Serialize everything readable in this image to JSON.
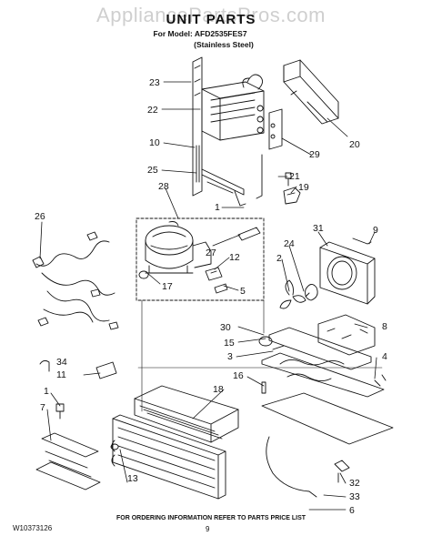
{
  "watermark": "AppliancePartsPros.com",
  "header": {
    "title": "UNIT PARTS",
    "model": "For Model: AFD2535FES7",
    "finish": "(Stainless Steel)"
  },
  "callouts": [
    {
      "id": "c23",
      "label": "23"
    },
    {
      "id": "c22",
      "label": "22"
    },
    {
      "id": "c10",
      "label": "10"
    },
    {
      "id": "c25",
      "label": "25"
    },
    {
      "id": "c28",
      "label": "28"
    },
    {
      "id": "c1a",
      "label": "1"
    },
    {
      "id": "c26",
      "label": "26"
    },
    {
      "id": "c27",
      "label": "27"
    },
    {
      "id": "c12",
      "label": "12"
    },
    {
      "id": "c17",
      "label": "17"
    },
    {
      "id": "c5",
      "label": "5"
    },
    {
      "id": "c20",
      "label": "20"
    },
    {
      "id": "c29",
      "label": "29"
    },
    {
      "id": "c21",
      "label": "21"
    },
    {
      "id": "c19",
      "label": "19"
    },
    {
      "id": "c9",
      "label": "9"
    },
    {
      "id": "c31",
      "label": "31"
    },
    {
      "id": "c24",
      "label": "24"
    },
    {
      "id": "c2",
      "label": "2"
    },
    {
      "id": "c30",
      "label": "30"
    },
    {
      "id": "c15",
      "label": "15"
    },
    {
      "id": "c3",
      "label": "3"
    },
    {
      "id": "c8",
      "label": "8"
    },
    {
      "id": "c4",
      "label": "4"
    },
    {
      "id": "c34",
      "label": "34"
    },
    {
      "id": "c11",
      "label": "11"
    },
    {
      "id": "c16",
      "label": "16"
    },
    {
      "id": "c18",
      "label": "18"
    },
    {
      "id": "c1b",
      "label": "1"
    },
    {
      "id": "c7",
      "label": "7"
    },
    {
      "id": "c13",
      "label": "13"
    },
    {
      "id": "c32",
      "label": "32"
    },
    {
      "id": "c33",
      "label": "33"
    },
    {
      "id": "c6",
      "label": "6"
    }
  ],
  "footer": {
    "doc_number": "W10373126",
    "instruction": "FOR ORDERING INFORMATION REFER TO PARTS PRICE LIST",
    "page": "9"
  }
}
